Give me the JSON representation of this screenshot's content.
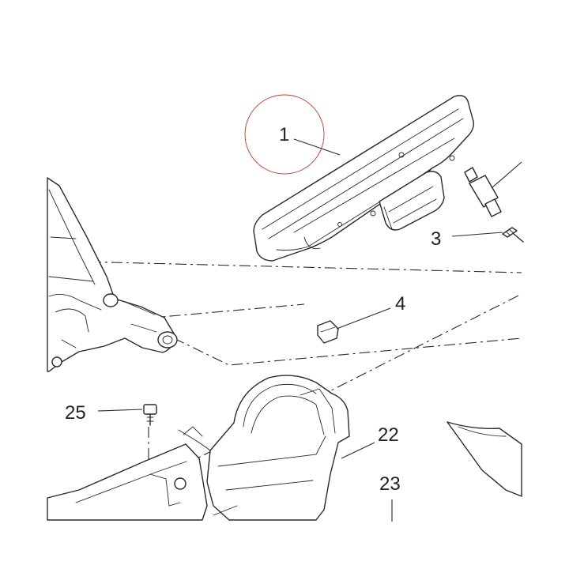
{
  "diagram": {
    "callouts": [
      {
        "id": "c1",
        "label": "1"
      },
      {
        "id": "c3",
        "label": "3"
      },
      {
        "id": "c4",
        "label": "4"
      },
      {
        "id": "c25",
        "label": "25"
      },
      {
        "id": "c22",
        "label": "22"
      },
      {
        "id": "c23",
        "label": "23"
      }
    ],
    "highlight_color": "#c0392b"
  }
}
